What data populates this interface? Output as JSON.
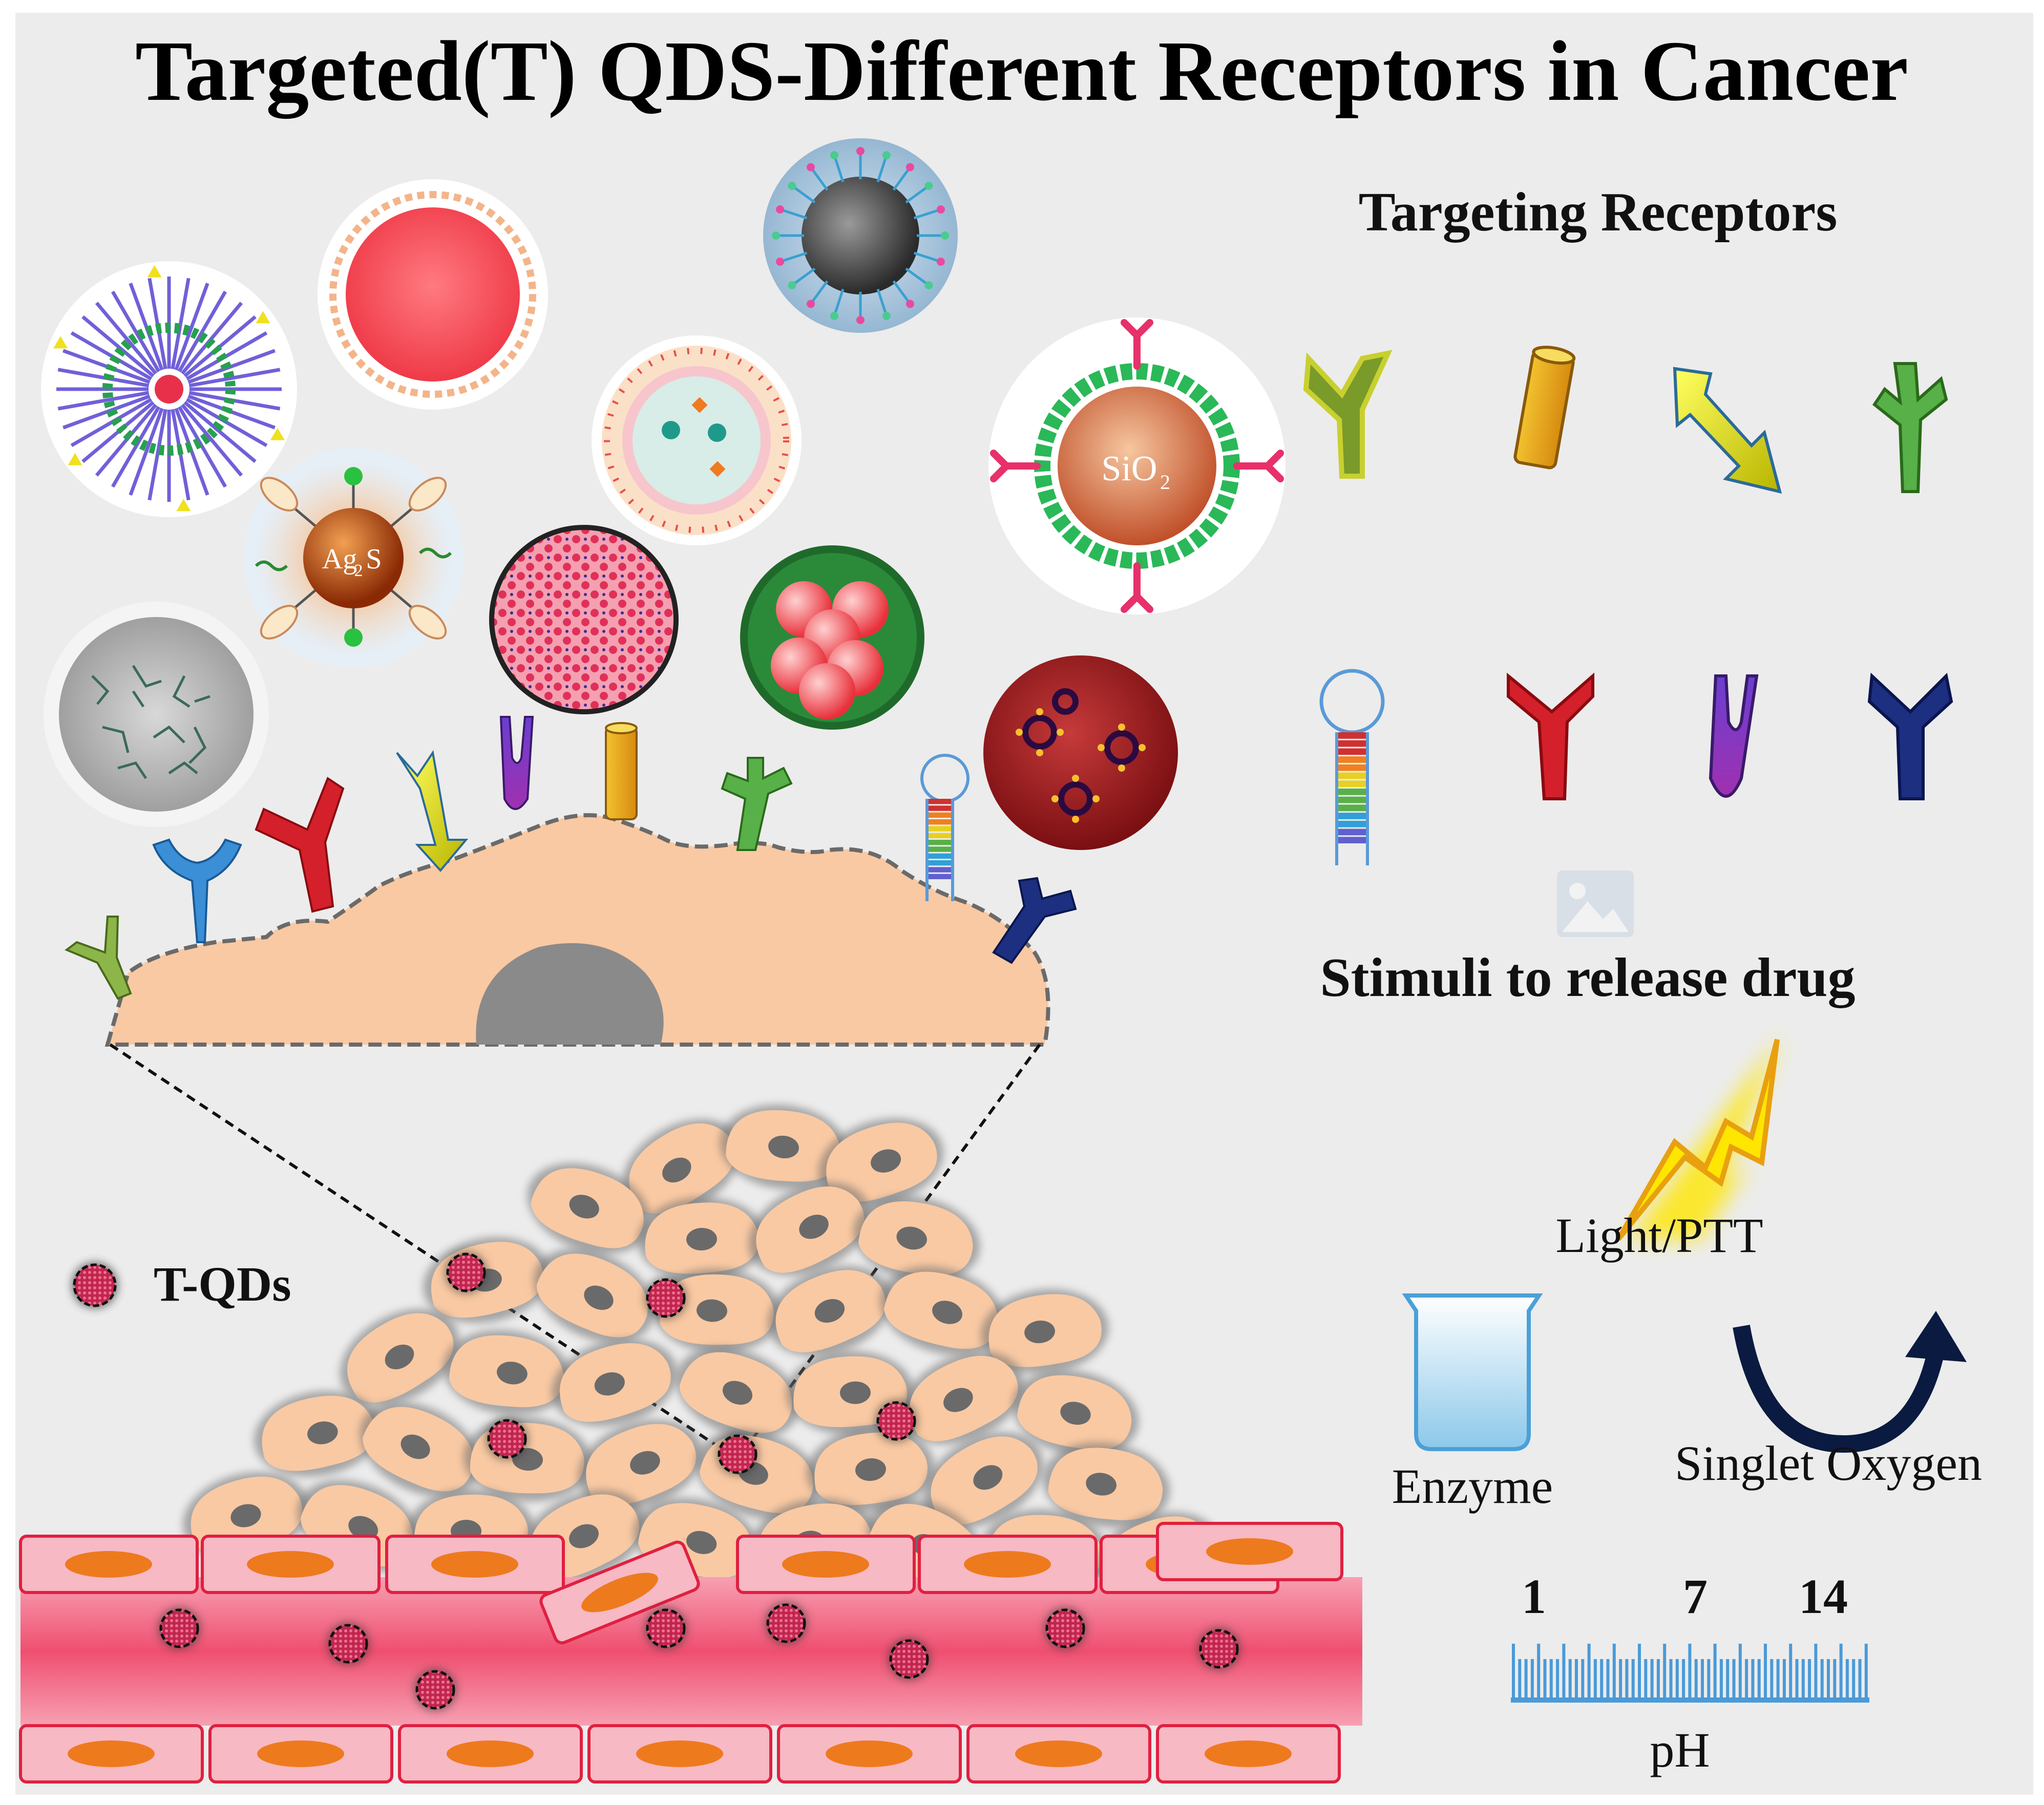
{
  "title": "Targeted(T) QDS-Different Receptors in Cancer",
  "labels": {
    "targeting_receptors": "Targeting Receptors",
    "stimuli": "Stimuli to release drug",
    "light": "Light/PTT",
    "enzyme": "Enzyme",
    "singlet_oxygen": "Singlet Oxygen",
    "ph": "pH",
    "legend_tqds": "T-QDs",
    "sio2_base": "SiO",
    "sio2_sub": "2",
    "ag2s_a": "Ag",
    "ag2s_b": "2",
    "ag2s_c": "S"
  },
  "ph_scale": {
    "low": "1",
    "mid": "7",
    "high": "14"
  },
  "colors": {
    "background": "#ececec",
    "cell": "#f9c9a3",
    "nucleus": "#8a8a8a",
    "vessel": "#f0607f",
    "vessel_cell": "#f7b9c4",
    "vessel_nucleus": "#ee7a1e",
    "qd": "#e0306a",
    "receptor_green": "#8cb54a",
    "receptor_blue": "#3a8fd6",
    "receptor_red": "#d4202a",
    "receptor_yellow": "#e8cf20",
    "receptor_purple": "#7a2fa0",
    "receptor_orange": "#e6a91a",
    "receptor_navy": "#1c2f80",
    "lightning": "#ffe600"
  }
}
